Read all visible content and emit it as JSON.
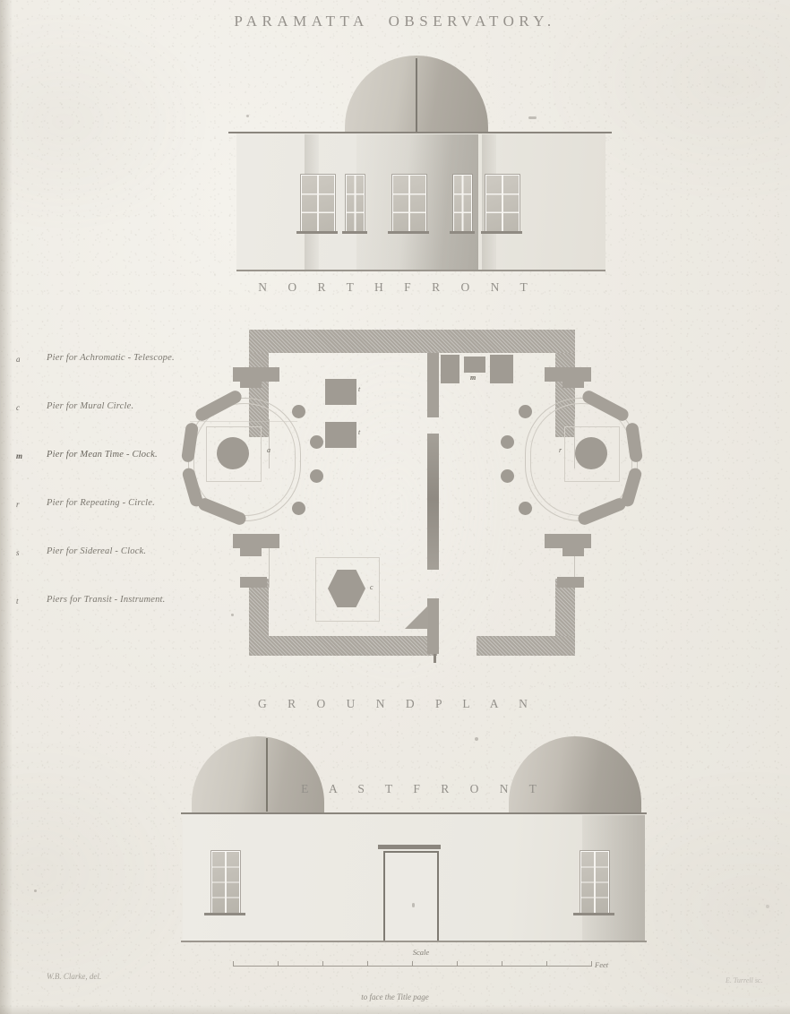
{
  "plate": {
    "title": "PARAMATTA   OBSERVATORY.",
    "note": "to face the Title page",
    "credit_left": "W.B. Clarke, del.",
    "credit_right": "E. Turrell sc."
  },
  "views": {
    "north_front": {
      "caption": "N O R T H   F R O N T"
    },
    "ground_plan": {
      "caption": "G R O U N D   P L A N"
    },
    "east_front": {
      "caption": "E A S T   F R O N T"
    }
  },
  "legend": {
    "items": [
      {
        "key": "a",
        "text": "Pier for Achromatic - Telescope.",
        "bold": false
      },
      {
        "key": "c",
        "text": "Pier for Mural Circle.",
        "bold": false
      },
      {
        "key": "m",
        "text": "Pier for Mean Time - Clock.",
        "bold": true
      },
      {
        "key": "r",
        "text": "Pier for Repeating - Circle.",
        "bold": false
      },
      {
        "key": "s",
        "text": "Pier for Sidereal - Clock.",
        "bold": false
      },
      {
        "key": "t",
        "text": "Piers for Transit - Instrument.",
        "bold": false
      }
    ]
  },
  "plan_labels": {
    "achromatic": "a",
    "mural": "c",
    "mean_time": "m",
    "repeating": "r",
    "transit_upper": "t",
    "transit_lower": "t"
  },
  "scale": {
    "label": "Scale",
    "unit": "Feet"
  },
  "palette": {
    "paper": "#eeebe4",
    "ink": "#8d8880",
    "wall": "#a5a098",
    "dome_light": "#d6d2ca",
    "dome_dark": "#a39e95"
  }
}
